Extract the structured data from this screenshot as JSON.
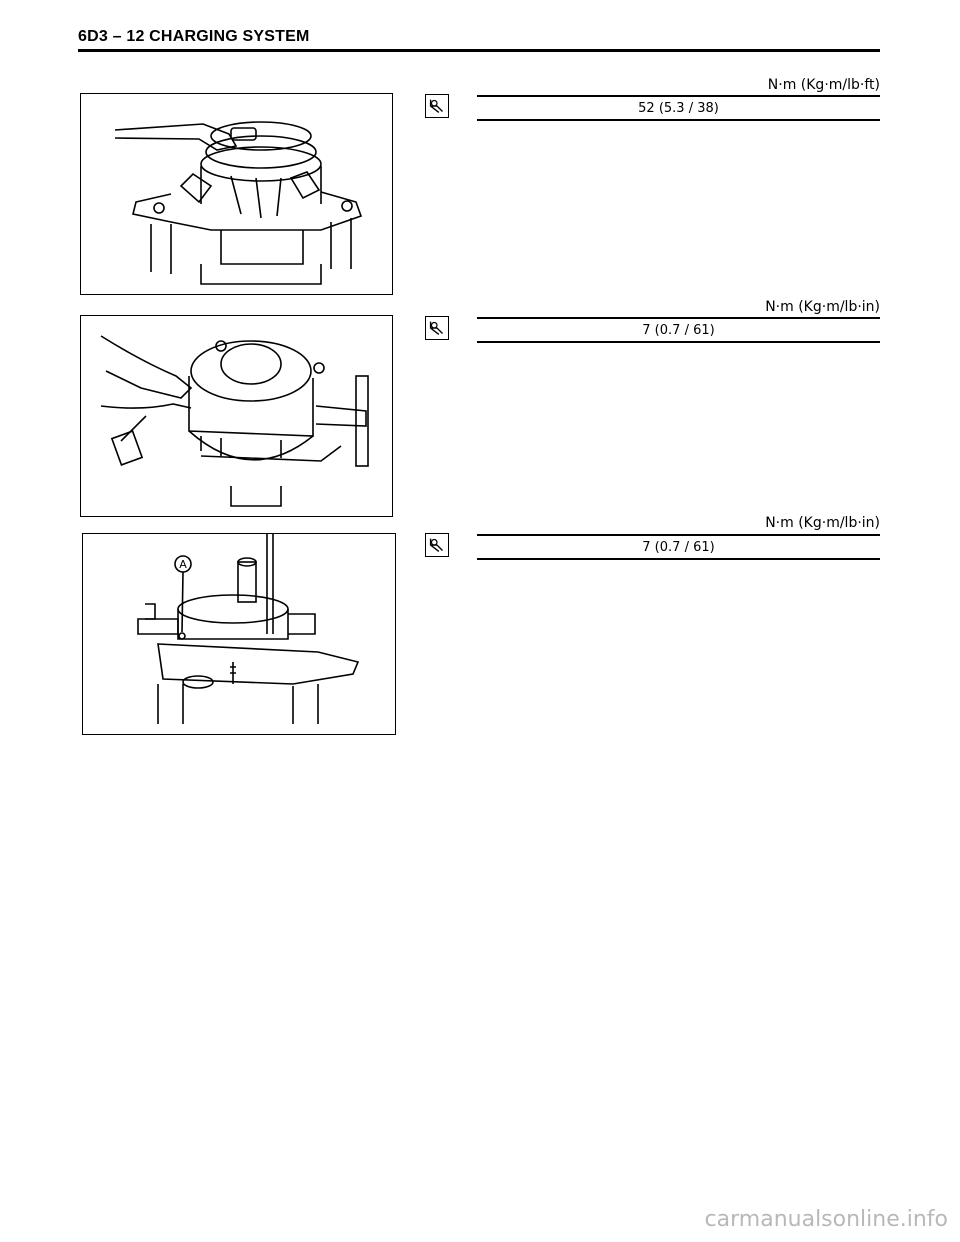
{
  "header": {
    "title": "6D3 – 12 CHARGING SYSTEM"
  },
  "specs": [
    {
      "unit": "N·m (Kg·m/lb·ft)",
      "torque": "52 (5.3 / 38)"
    },
    {
      "unit": "N·m (Kg·m/lb·in)",
      "torque": "7 (0.7 / 61)"
    },
    {
      "unit": "N·m (Kg·m/lb·in)",
      "torque": "7 (0.7 / 61)"
    }
  ],
  "figures": [
    {
      "icon": "pulley-wrench-illustration"
    },
    {
      "icon": "alternator-puller-illustration",
      "callout": ""
    },
    {
      "icon": "alternator-assembly-illustration",
      "callout": "A"
    }
  ],
  "icons": {
    "spec": "torque-wrench-icon"
  },
  "watermark": "carmanualsonline.info"
}
